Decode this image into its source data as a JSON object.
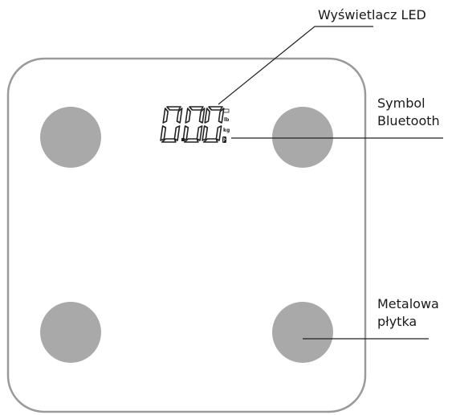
{
  "display": {
    "reading": "0.00",
    "units": [
      "lb",
      "kg"
    ],
    "indicator_icon": "battery-icon",
    "bluetooth_icon": "bluetooth-icon"
  },
  "callouts": {
    "led_display": "Wyświetlacz LED",
    "bluetooth_symbol": [
      "Symbol",
      "Bluetooth"
    ],
    "metal_plate": [
      "Metalowa",
      "płytka"
    ]
  },
  "colors": {
    "outline": "#9a9a9a",
    "pad": "#a9a9a9",
    "segment": "#222222",
    "leader": "#222222"
  }
}
